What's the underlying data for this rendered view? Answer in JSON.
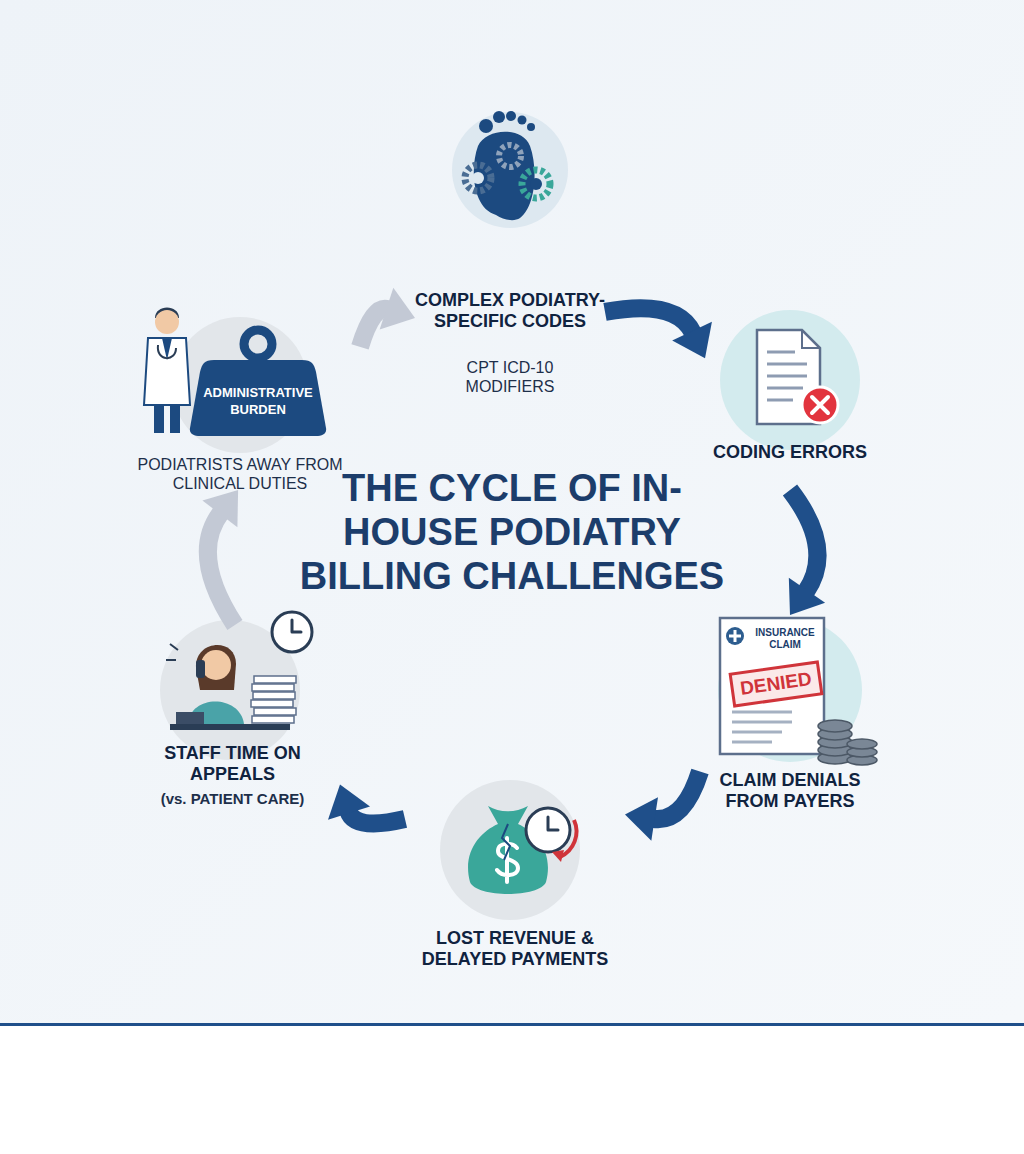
{
  "diagram": {
    "title": "THE CYCLE OF IN-HOUSE PODIATRY BILLING CHALLENGES",
    "nodes": [
      {
        "text": [
          "COMPLEX PODIATRY-SPECIFIC CODES",
          "CPT ICD-10 MODIFIERS"
        ]
      },
      {
        "text": [
          "CODING ERRORS"
        ]
      },
      {
        "text": [
          "CLAIM DENIALS FROM PAYERS"
        ]
      },
      {
        "text": [
          "LOST REVENUE & DELAYED PAYMENTS"
        ]
      },
      {
        "text": [
          "STAFF TIME ON APPEALS",
          "(vs. PATIENT CARE)"
        ]
      },
      {
        "text": [
          "ADMINISTRATIVE BURDEN",
          "PODIATRISTS AWAY FROM CLINICAL DUTIES"
        ]
      }
    ],
    "edges": [
      {
        "from": 0,
        "to": 1,
        "arrow": "to"
      },
      {
        "from": 1,
        "to": 2,
        "arrow": "to"
      },
      {
        "from": 2,
        "to": 3,
        "arrow": "to"
      },
      {
        "from": 3,
        "to": 4,
        "arrow": "to"
      },
      {
        "from": 4,
        "to": 5,
        "arrow": "to"
      },
      {
        "from": 5,
        "to": 0,
        "arrow": "to"
      }
    ],
    "labels": [
      "INSURANCE CLAIM",
      "DENIED"
    ]
  }
}
